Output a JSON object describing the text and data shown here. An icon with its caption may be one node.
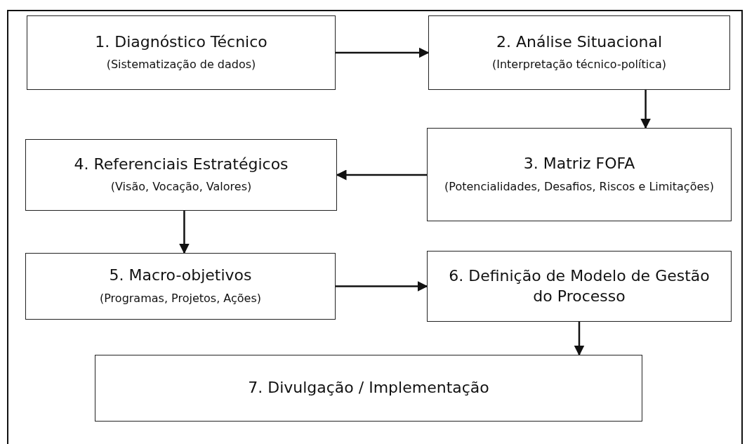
{
  "diagram": {
    "nodes": [
      {
        "text": [
          "1. Diagnóstico Técnico",
          "(Sistematização de dados)"
        ]
      },
      {
        "text": [
          "2. Análise Situacional",
          "(Interpretação técnico-política)"
        ]
      },
      {
        "text": [
          "3. Matriz FOFA",
          "(Potencialidades, Desafios, Riscos e Limitações)"
        ]
      },
      {
        "text": [
          "4. Referenciais Estratégicos",
          "(Visão, Vocação, Valores)"
        ]
      },
      {
        "text": [
          "5. Macro-objetivos",
          "(Programas, Projetos, Ações)"
        ]
      },
      {
        "text": [
          "6. Definição de Modelo de Gestão do Processo"
        ]
      },
      {
        "text": [
          "7. Divulgação / Implementação"
        ]
      }
    ],
    "edges": [
      {
        "from": 0,
        "to": 1,
        "arrow": "to"
      },
      {
        "from": 1,
        "to": 2,
        "arrow": "to"
      },
      {
        "from": 2,
        "to": 3,
        "arrow": "to"
      },
      {
        "from": 3,
        "to": 4,
        "arrow": "to"
      },
      {
        "from": 4,
        "to": 5,
        "arrow": "to"
      },
      {
        "from": 5,
        "to": 6,
        "arrow": "to"
      }
    ]
  }
}
